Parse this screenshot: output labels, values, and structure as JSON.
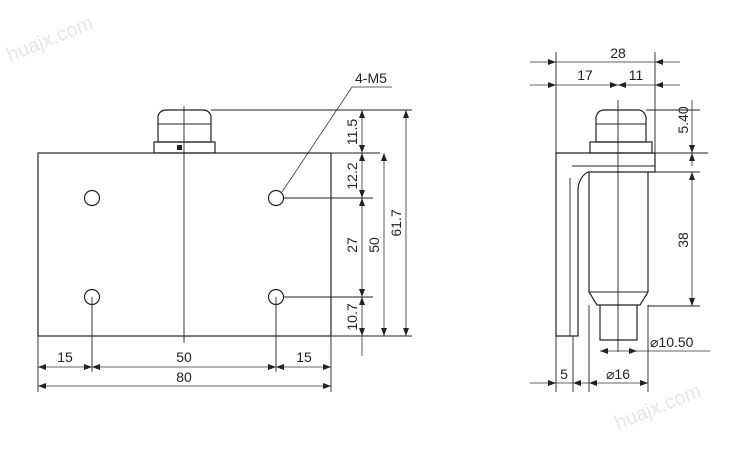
{
  "watermark": "huajx.com",
  "front_view": {
    "labels": {
      "thread_callout": "4-M5",
      "dim_top_height": "11.5",
      "dim_top_hole_offset": "12.2",
      "dim_hole_spacing_v": "27",
      "dim_body_height": "50",
      "dim_total_height": "61.7",
      "dim_bottom_hole_offset": "10.7",
      "dim_left_offset": "15",
      "dim_hole_spacing_h": "50",
      "dim_right_offset": "15",
      "dim_total_width": "80"
    }
  },
  "side_view": {
    "labels": {
      "dim_total_depth": "28",
      "dim_depth_a": "17",
      "dim_depth_b": "11",
      "dim_cap_height": "5.40",
      "dim_plunger_length": "38",
      "dim_plunger_tip_dia": "⌀10.50",
      "dim_plate_thickness": "5",
      "dim_plunger_body_dia": "⌀16"
    }
  }
}
